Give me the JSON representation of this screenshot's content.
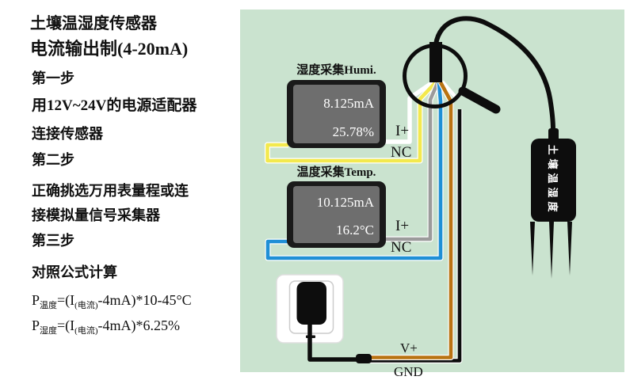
{
  "left_panel": {
    "title_line1": "土壤温湿度传感器",
    "title_line2": "电流输出制(4-20mA)",
    "step1": {
      "heading": "第一步",
      "line1": "用12V~24V的电源适配器",
      "line2": "连接传感器"
    },
    "step2": {
      "heading": "第二步",
      "line1": "正确挑选万用表量程或连",
      "line2": "接模拟量信号采集器"
    },
    "step3": {
      "heading": "第三步",
      "line1": "对照公式计算"
    },
    "formula_temperature": {
      "p": "P",
      "sub1": "温度",
      "mid": "=(I",
      "sub2": "(电流)",
      "tail": "-4mA)*10-45°C"
    },
    "formula_humidity": {
      "p": "P",
      "sub1": "湿度",
      "mid": "=(I",
      "sub2": "(电流)",
      "tail": "-4mA)*6.25%"
    }
  },
  "diagram": {
    "panel_bg": "#cae3cf",
    "humidity_meter": {
      "label": "湿度采集Humi.",
      "current": "8.125mA",
      "reading": "25.78%",
      "terminal_signal": "I+",
      "terminal_nc": "NC"
    },
    "temperature_meter": {
      "label": "温度采集Temp.",
      "current": "10.125mA",
      "reading": "16.2°C",
      "terminal_signal": "I+",
      "terminal_nc": "NC"
    },
    "power": {
      "vplus_label": "V+",
      "gnd_label": "GND"
    },
    "sensor": {
      "label": "土壤温湿度"
    },
    "wire_colors": {
      "white": "#ffffff",
      "yellow": "#f3e94e",
      "gray": "#9b9b9b",
      "blue": "#1f8fd6",
      "orange": "#b97312",
      "black": "#0d0d0d"
    }
  }
}
